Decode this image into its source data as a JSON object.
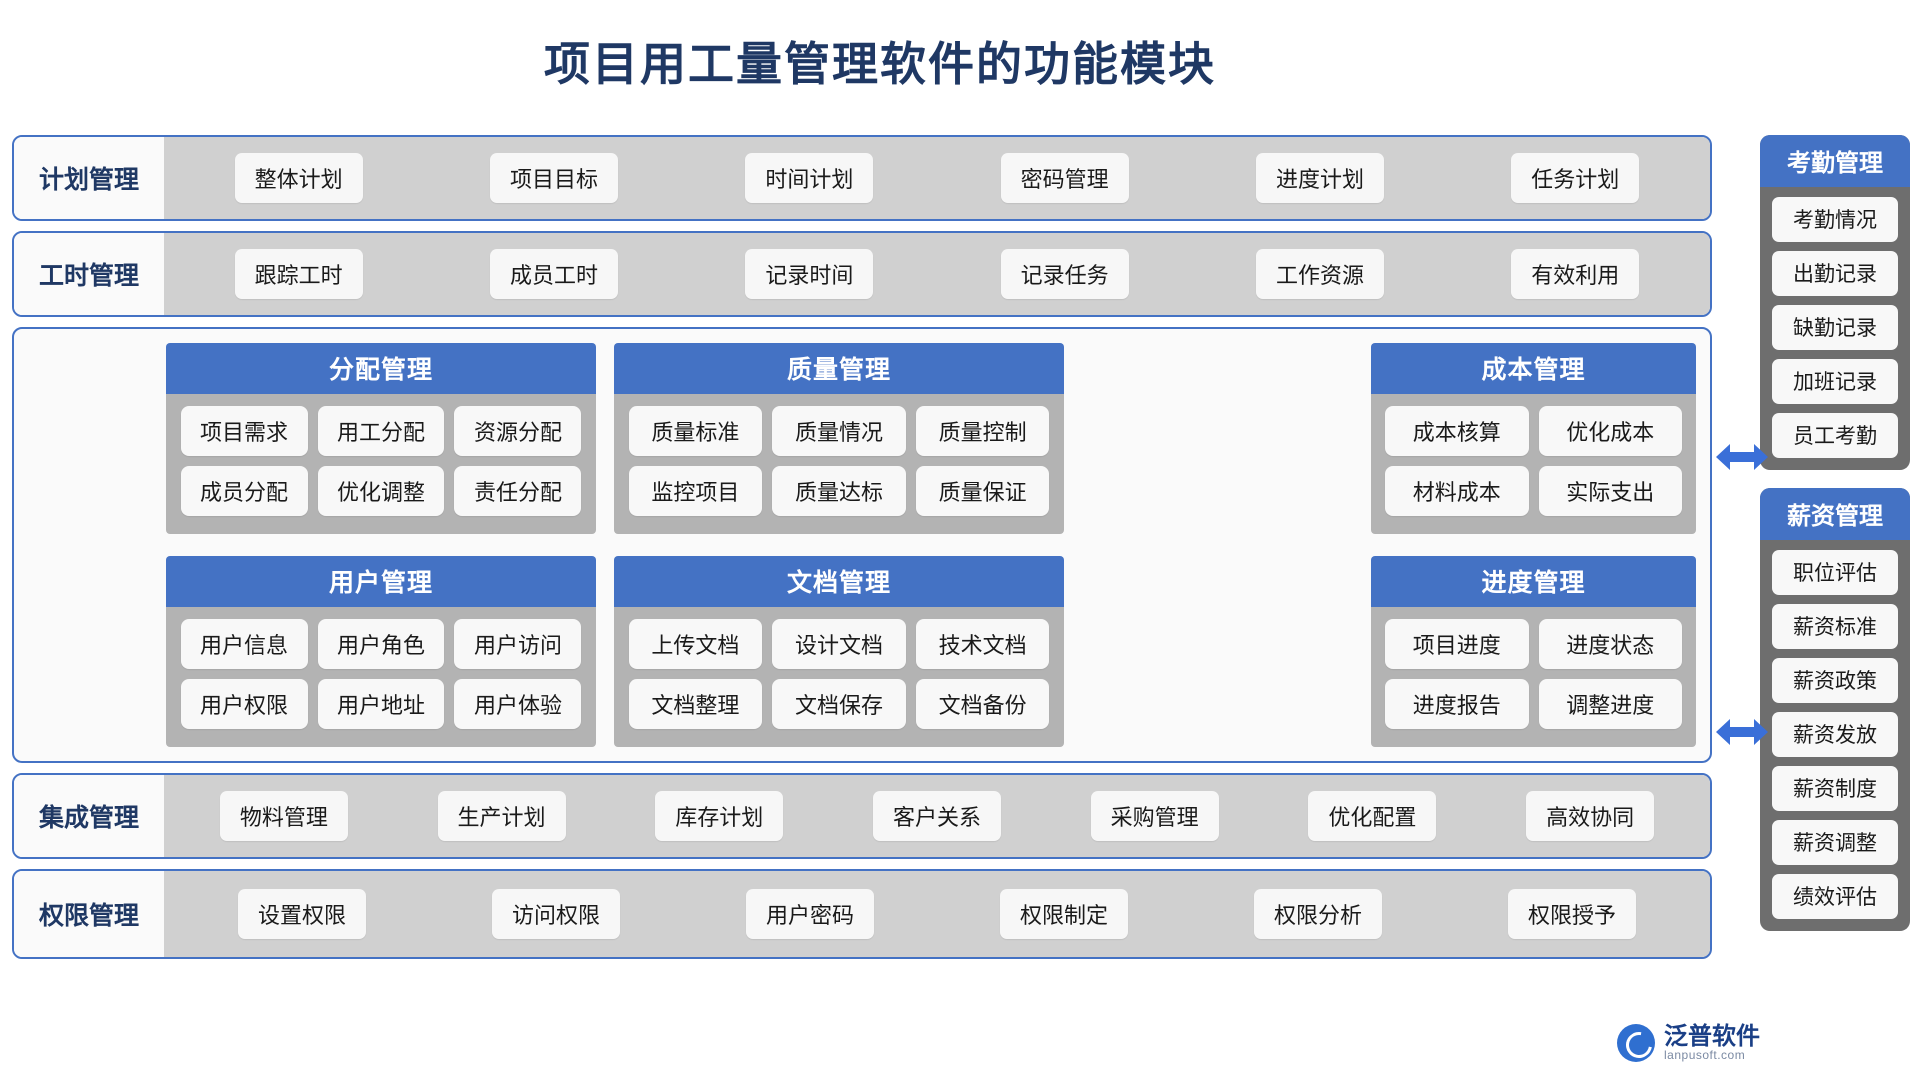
{
  "title": "项目用工量管理软件的功能模块",
  "bands": [
    {
      "label": "计划管理",
      "items": [
        "整体计划",
        "项目目标",
        "时间计划",
        "密码管理",
        "进度计划",
        "任务计划"
      ]
    },
    {
      "label": "工时管理",
      "items": [
        "跟踪工时",
        "成员工时",
        "记录时间",
        "记录任务",
        "工作资源",
        "有效利用"
      ]
    },
    {
      "label": "集成管理",
      "items": [
        "物料管理",
        "生产计划",
        "库存计划",
        "客户关系",
        "采购管理",
        "优化配置",
        "高效协同"
      ]
    },
    {
      "label": "权限管理",
      "items": [
        "设置权限",
        "访问权限",
        "用户密码",
        "权限制定",
        "权限分析",
        "权限授予"
      ]
    }
  ],
  "cards": [
    {
      "title": "分配管理",
      "items": [
        "项目需求",
        "用工分配",
        "资源分配",
        "成员分配",
        "优化调整",
        "责任分配"
      ]
    },
    {
      "title": "质量管理",
      "items": [
        "质量标准",
        "质量情况",
        "质量控制",
        "监控项目",
        "质量达标",
        "质量保证"
      ]
    },
    {
      "title": "成本管理",
      "items": [
        "成本核算",
        "优化成本",
        "材料成本",
        "实际支出"
      ]
    },
    {
      "title": "用户管理",
      "items": [
        "用户信息",
        "用户角色",
        "用户访问",
        "用户权限",
        "用户地址",
        "用户体验"
      ]
    },
    {
      "title": "文档管理",
      "items": [
        "上传文档",
        "设计文档",
        "技术文档",
        "文档整理",
        "文档保存",
        "文档备份"
      ]
    },
    {
      "title": "进度管理",
      "items": [
        "项目进度",
        "进度状态",
        "进度报告",
        "调整进度"
      ]
    }
  ],
  "sidebar": [
    {
      "title": "考勤管理",
      "items": [
        "考勤情况",
        "出勤记录",
        "缺勤记录",
        "加班记录",
        "员工考勤"
      ]
    },
    {
      "title": "薪资管理",
      "items": [
        "职位评估",
        "薪资标准",
        "薪资政策",
        "薪资发放",
        "薪资制度",
        "薪资调整",
        "绩效评估"
      ]
    }
  ],
  "logo": {
    "name": "泛普软件",
    "sub": "lanpusoft.com"
  },
  "colors": {
    "accent": "#4472c4",
    "title": "#1f3864",
    "band_body": "#d0d0d0",
    "card_body": "#b3b3b3",
    "sidebar_bg": "#6e6e6e",
    "chip": "#f8f8f8"
  }
}
